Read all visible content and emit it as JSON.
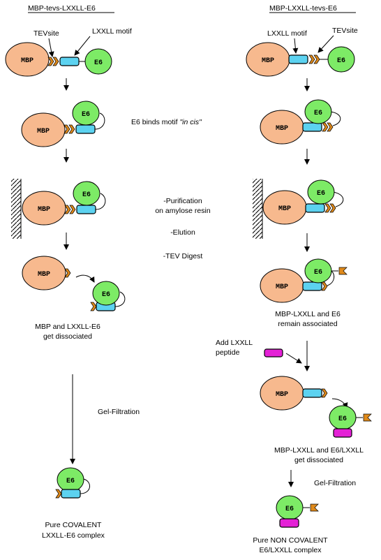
{
  "columns": {
    "left_title": "MBP-tevs-LXXLL-E6",
    "right_title": "MBP-LXXLL-tevs-E6"
  },
  "labels": {
    "mbp": "MBP",
    "e6": "E6",
    "tevsite": "TEVsite",
    "lxxll_motif": "LXXLL motif"
  },
  "steps": {
    "binds_prefix": "E6 binds motif ",
    "binds_italic": "\"in cis\"",
    "purification_1": "-Purification",
    "purification_2": "on amylose resin",
    "elution": "-Elution",
    "tev_digest": "-TEV Digest",
    "left_dissoc_1": "MBP and LXXLL-E6",
    "left_dissoc_2": "get dissociated",
    "right_assoc_1": "MBP-LXXLL and E6",
    "right_assoc_2": "remain associated",
    "add_peptide_1": "Add LXXLL",
    "add_peptide_2": "peptide",
    "gel_filtration": "Gel-Filtration",
    "right_dissoc_1": "MBP-LXXLL and E6/LXXLL",
    "right_dissoc_2": "get dissociated",
    "left_final_1": "Pure COVALENT",
    "left_final_2": "LXXLL-E6 complex",
    "right_final_1": "Pure NON COVALENT",
    "right_final_2": "E6/LXXLL complex"
  },
  "colors": {
    "mbp": "#F7B98E",
    "e6": "#7DEB66",
    "lxxll": "#5CD2F0",
    "tev_site": "#E08A1B",
    "peptide": "#E421D6"
  }
}
